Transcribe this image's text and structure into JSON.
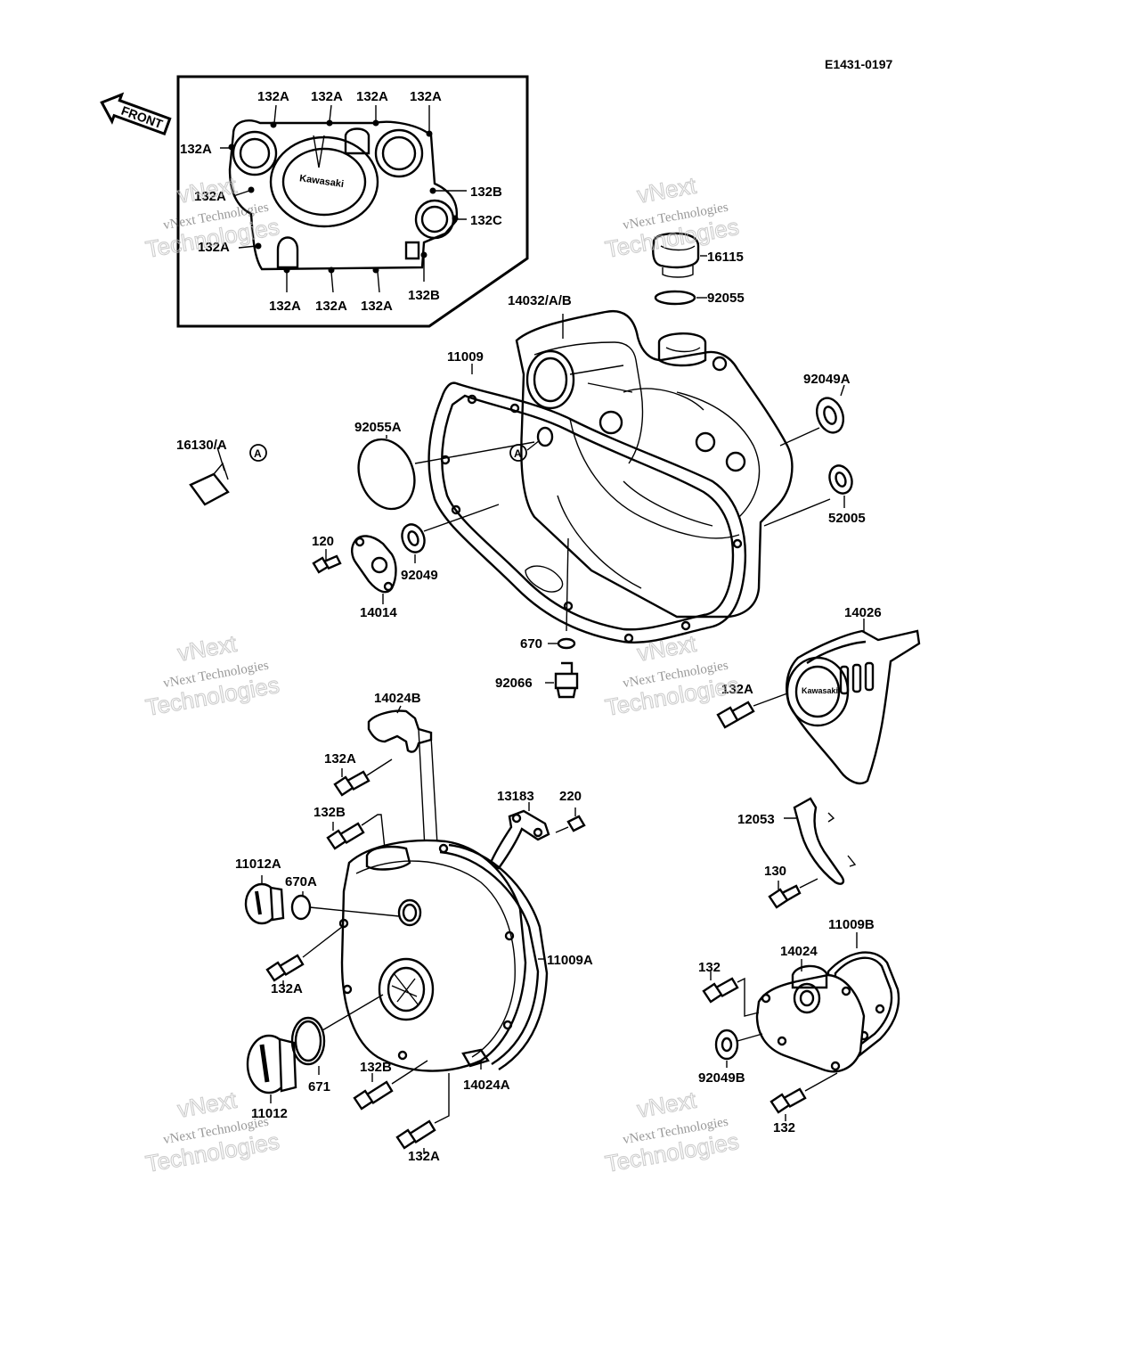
{
  "diagram": {
    "ref_code": "E1431-0197",
    "front_label": "FRONT",
    "ref_mark": "A",
    "cover_logo": "Kawasaki",
    "labels": {
      "l_132a_1": "132A",
      "l_132a_2": "132A",
      "l_132a_3": "132A",
      "l_132a_4": "132A",
      "l_132a_5": "132A",
      "l_132a_6": "132A",
      "l_132a_7": "132A",
      "l_132a_8": "132A",
      "l_132a_9": "132A",
      "l_132a_10": "132A",
      "l_132b_1": "132B",
      "l_132c": "132C",
      "l_132b_2": "132B",
      "l_16115": "16115",
      "l_92055": "92055",
      "l_14032": "14032/A/B",
      "l_11009": "11009",
      "l_92049a": "92049A",
      "l_92055a": "92055A",
      "l_16130": "16130/A",
      "l_52005": "52005",
      "l_120": "120",
      "l_92049": "92049",
      "l_14014": "14014",
      "l_14026": "14026",
      "l_670": "670",
      "l_92066": "92066",
      "l_14024b": "14024B",
      "l_132a_11": "132A",
      "l_132a_12": "132A",
      "l_132a_13": "132A",
      "l_132a_14": "132A",
      "l_13183": "13183",
      "l_220": "220",
      "l_132b_3": "132B",
      "l_11012a": "11012A",
      "l_670a": "670A",
      "l_11009a": "11009A",
      "l_12053": "12053",
      "l_130": "130",
      "l_11009b": "11009B",
      "l_14024": "14024",
      "l_132_1": "132",
      "l_671": "671",
      "l_132b_4": "132B",
      "l_14024a": "14024A",
      "l_92049b": "92049B",
      "l_11012": "11012",
      "l_132_2": "132"
    },
    "watermark": {
      "line1": "vNext Technologies",
      "line2": "vNext",
      "line3": "Technologies"
    }
  }
}
